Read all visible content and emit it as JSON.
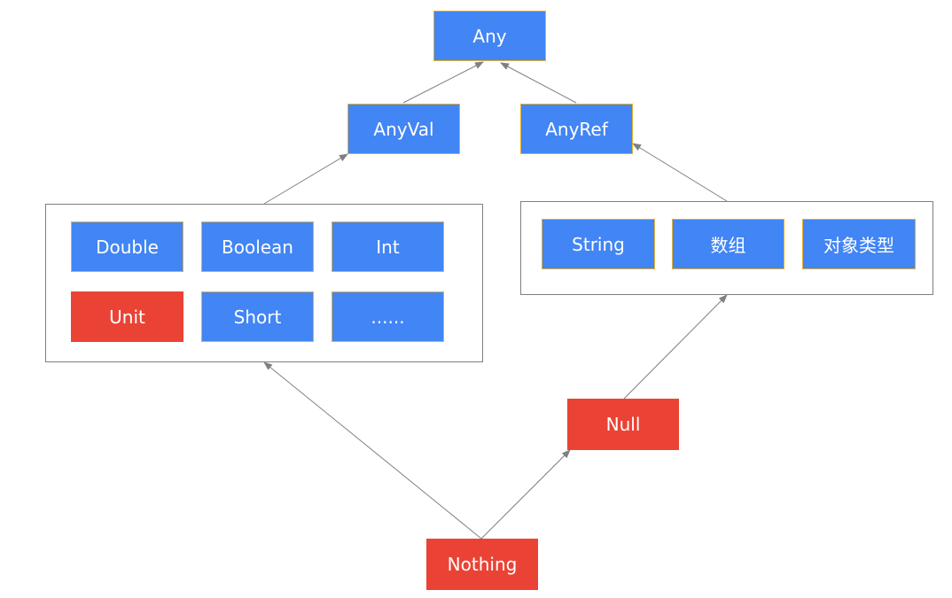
{
  "nodes": {
    "any": "Any",
    "anyval": "AnyVal",
    "anyref": "AnyRef",
    "double": "Double",
    "boolean": "Boolean",
    "int": "Int",
    "unit": "Unit",
    "short": "Short",
    "more": "......",
    "string": "String",
    "array": "数组",
    "object_type": "对象类型",
    "null": "Null",
    "nothing": "Nothing"
  },
  "colors": {
    "node_blue": "#4285f4",
    "node_red": "#ea4335",
    "node_border": "#e6b02e",
    "edge": "#808080",
    "group_border": "#7f7f7f"
  }
}
